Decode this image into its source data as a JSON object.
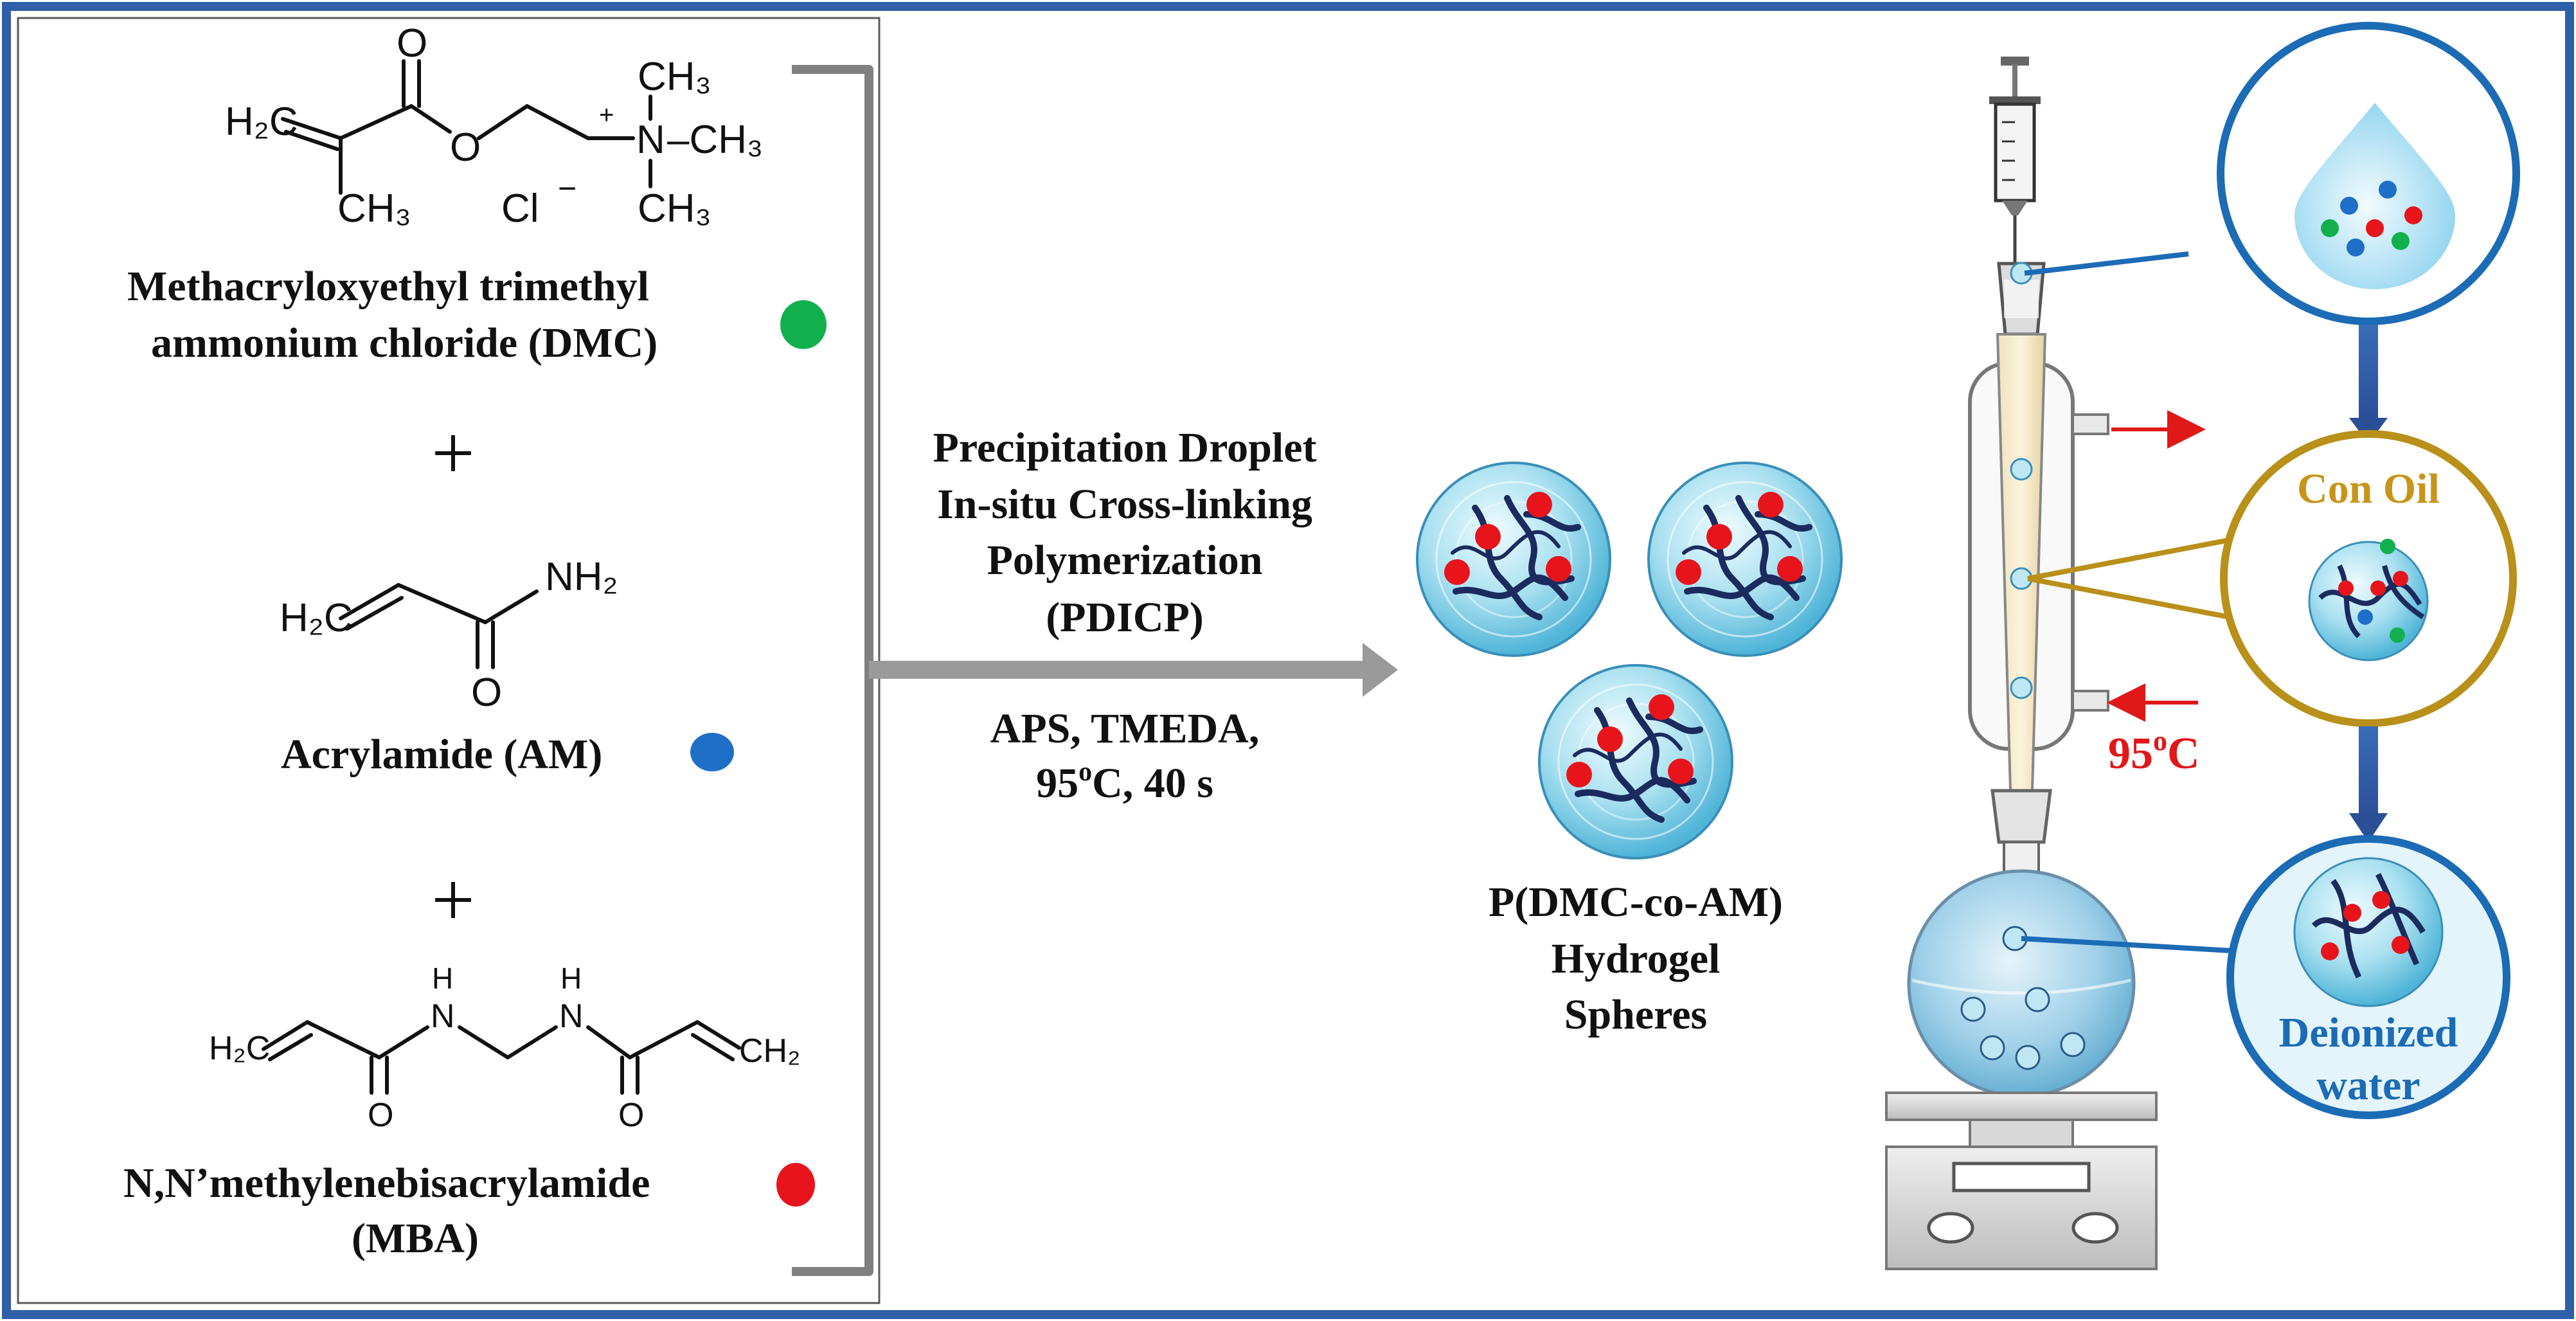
{
  "reactants": {
    "dmc": {
      "formula": {
        "h2c": "H₂C",
        "o_carbonyl": "O",
        "o_ester": "O",
        "ch3_branch": "CH₃",
        "n_plus": "+",
        "n": "N",
        "ch3_top": "CH₃",
        "ch3_right": "–CH₃",
        "ch3_bottom": "CH₃",
        "cl": "Cl",
        "cl_minus": "−"
      },
      "name_line1": "Methacryloxyethyl trimethyl",
      "name_line2": "ammonium chloride (DMC)",
      "dot_color": "#12b04c"
    },
    "plus1": "+",
    "am": {
      "formula": {
        "h2c": "H₂C",
        "nh2": "NH₂",
        "o": "O"
      },
      "name": "Acrylamide (AM)",
      "dot_color": "#1f6fc9"
    },
    "plus2": "+",
    "mba": {
      "formula": {
        "h2c": "H₂C",
        "ch2": "CH₂",
        "h1": "H",
        "n1": "N",
        "h2": "H",
        "n2": "N",
        "o1": "O",
        "o2": "O"
      },
      "name_line1": "N,N’methylenebisacrylamide",
      "name_line2": "(MBA)",
      "dot_color": "#e8141c"
    }
  },
  "process": {
    "line1": "Precipitation Droplet",
    "line2": "In-situ Cross-linking",
    "line3": "Polymerization",
    "line4": "(PDICP)",
    "cond1": "APS, TMEDA,",
    "cond2_temp": "95",
    "cond2_sup": "o",
    "cond2_rest": "C, 40 s"
  },
  "product": {
    "line1": "P(DMC-co-AM)",
    "line2": "Hydrogel",
    "line3": "Spheres"
  },
  "apparatus": {
    "temp_num": "95",
    "temp_sup": "o",
    "temp_unit": "C",
    "oil_label": "Con Oil",
    "water_line1": "Deionized",
    "water_line2": "water"
  },
  "colors": {
    "frame": "#2e5fa8",
    "bracket": "#808080",
    "arrow": "#9a9a9a",
    "callout_blue": "#1c6bb5",
    "callout_gold": "#b8901a",
    "oil_text": "#c8951b",
    "water_text": "#1c6bb5",
    "hot_red": "#e01818",
    "polymer_chain": "#1b2b5e",
    "crosslink": "#e8141c",
    "sphere_fill": "#bfe7f3"
  }
}
